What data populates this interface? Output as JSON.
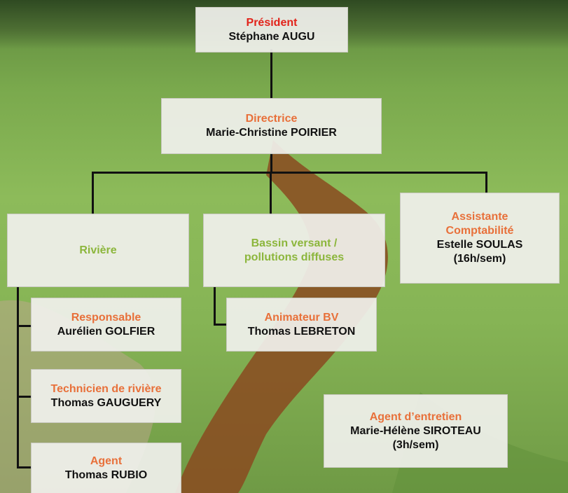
{
  "org": {
    "president": {
      "role": "Président",
      "name": "Stéphane AUGU"
    },
    "directrice": {
      "role": "Directrice",
      "name": "Marie-Christine POIRIER"
    },
    "riviere": {
      "label": "Rivière"
    },
    "bassin": {
      "label_line1": "Bassin versant /",
      "label_line2": "pollutions diffuses"
    },
    "assistante": {
      "role_line1": "Assistante",
      "role_line2": "Comptabilité",
      "name": "Estelle SOULAS",
      "note": "(16h/sem)"
    },
    "responsable": {
      "role": "Responsable",
      "name": "Aurélien GOLFIER"
    },
    "technicien": {
      "role": "Technicien de rivière",
      "name": "Thomas GAUGUERY"
    },
    "agent": {
      "role": "Agent",
      "name": "Thomas RUBIO"
    },
    "animateur": {
      "role": "Animateur BV",
      "name": "Thomas LEBRETON"
    },
    "agent_entretien": {
      "role": "Agent d’entretien",
      "name": "Marie-Hélène SIROTEAU",
      "note": "(3h/sem)"
    }
  },
  "colors": {
    "president_role": "#e2231a",
    "role_orange": "#e8703a",
    "pole_green": "#8cb63c"
  }
}
